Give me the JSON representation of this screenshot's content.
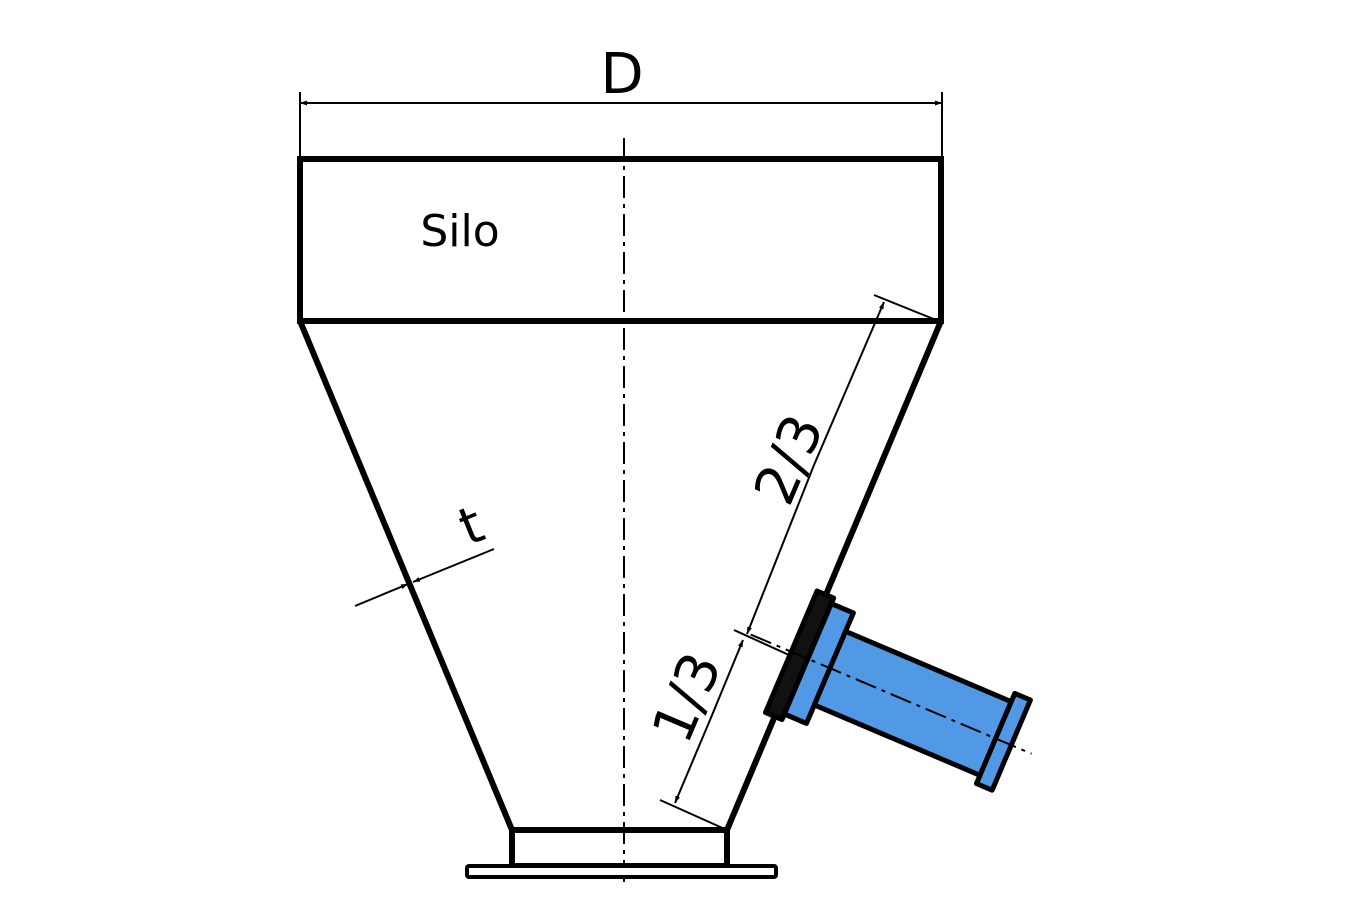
{
  "labels": {
    "diameter": "D",
    "silo": "Silo",
    "wall_thickness": "t",
    "upper_fraction": "2/3",
    "lower_fraction": "1/3"
  },
  "colors": {
    "line": "#000000",
    "component_fill": "#5199e4"
  }
}
